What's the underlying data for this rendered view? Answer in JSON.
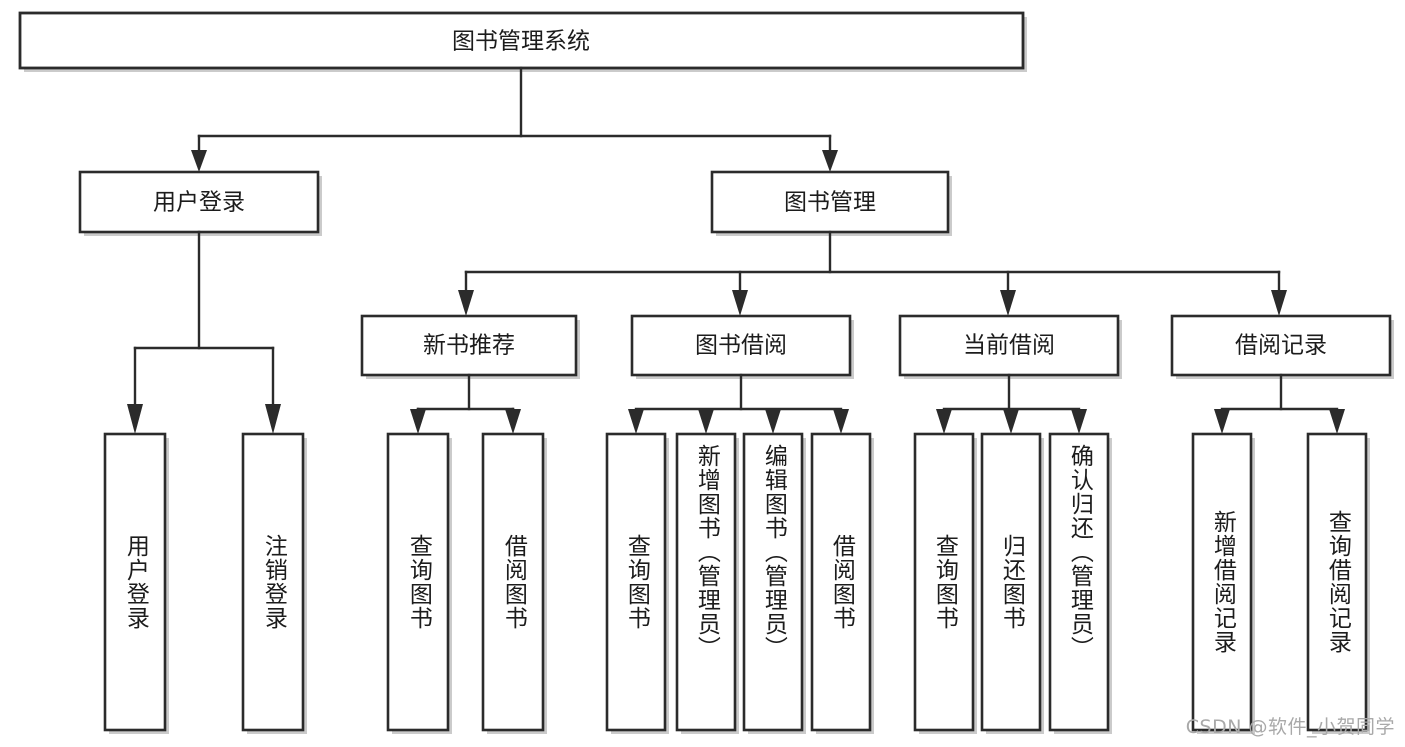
{
  "diagram": {
    "title": "图书管理系统",
    "type": "tree-hierarchy",
    "watermark": "CSDN @软件_小贺同学",
    "colors": {
      "stroke": "#2b2b2b",
      "fill": "#ffffff",
      "text": "#1c1c1c",
      "shadow": "#b9b9b9",
      "watermark": "#a9a9a9",
      "background": "#ffffff"
    },
    "levels": {
      "root": "图书管理系统",
      "level2": [
        "用户登录",
        "图书管理"
      ],
      "level3": [
        "新书推荐",
        "图书借阅",
        "当前借阅",
        "借阅记录"
      ]
    },
    "nodes": {
      "root": {
        "label": "图书管理系统"
      },
      "user_login": {
        "label": "用户登录"
      },
      "book_manage": {
        "label": "图书管理"
      },
      "new_book_rec": {
        "label": "新书推荐"
      },
      "book_borrow": {
        "label": "图书借阅"
      },
      "current_borrow": {
        "label": "当前借阅"
      },
      "borrow_record": {
        "label": "借阅记录"
      }
    },
    "leaves": {
      "user_login": [
        {
          "label": "用户登录"
        },
        {
          "label": "注销登录"
        }
      ],
      "new_book_rec": [
        {
          "label": "查询图书"
        },
        {
          "label": "借阅图书"
        }
      ],
      "book_borrow": [
        {
          "label": "查询图书"
        },
        {
          "label": "新增图书（管理员）"
        },
        {
          "label": "编辑图书（管理员）"
        },
        {
          "label": "借阅图书"
        }
      ],
      "current_borrow": [
        {
          "label": "查询图书"
        },
        {
          "label": "归还图书"
        },
        {
          "label": "确认归还（管理员）"
        }
      ],
      "borrow_record": [
        {
          "label": "新增借阅记录"
        },
        {
          "label": "查询借阅记录"
        }
      ]
    }
  }
}
